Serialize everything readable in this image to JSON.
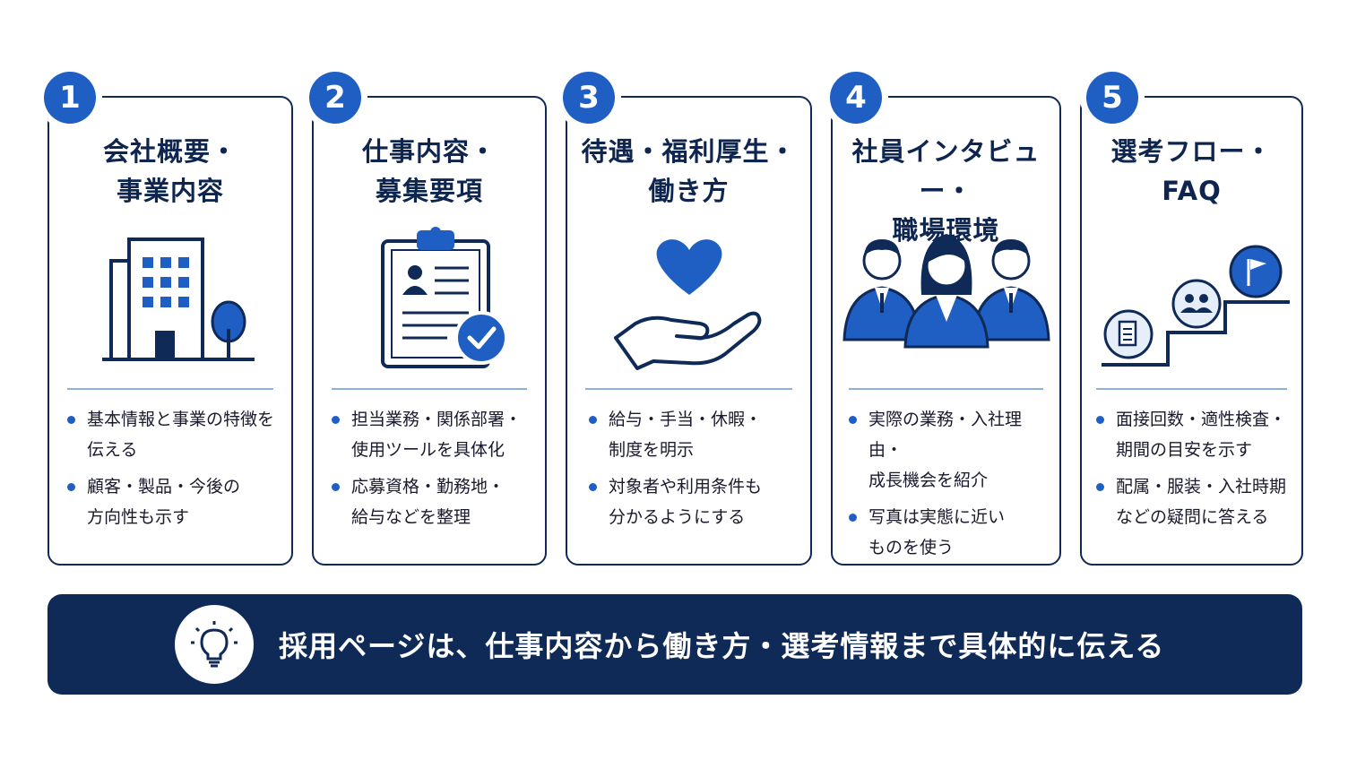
{
  "cards": [
    {
      "number": "1",
      "title": "会社概要・\n事業内容",
      "bullets": [
        "基本情報と事業の特徴を\n伝える",
        "顧客・製品・今後の\n方向性も示す"
      ]
    },
    {
      "number": "2",
      "title": "仕事内容・\n募集要項",
      "bullets": [
        "担当業務・関係部署・\n使用ツールを具体化",
        "応募資格・勤務地・\n給与などを整理"
      ]
    },
    {
      "number": "3",
      "title": "待遇・福利厚生・\n働き方",
      "bullets": [
        "給与・手当・休暇・\n制度を明示",
        "対象者や利用条件も\n分かるようにする"
      ]
    },
    {
      "number": "4",
      "title": "社員インタビュー・\n職場環境",
      "bullets": [
        "実際の業務・入社理由・\n成長機会を紹介",
        "写真は実態に近い\nものを使う"
      ]
    },
    {
      "number": "5",
      "title": "選考フロー・\nFAQ",
      "bullets": [
        "面接回数・適性検査・\n期間の目安を示す",
        "配属・服装・入社時期\nなどの疑問に答える"
      ]
    }
  ],
  "icons": [
    "building-icon",
    "clipboard-check-icon",
    "heart-hand-icon",
    "employees-icon",
    "selection-steps-icon"
  ],
  "banner": {
    "text": "採用ページは、仕事内容から働き方・選考情報まで具体的に伝える",
    "icon": "lightbulb-icon"
  },
  "colors": {
    "navy": "#0f2a57",
    "blue": "#1f5fc4",
    "light_blue": "#8fb0dd"
  }
}
